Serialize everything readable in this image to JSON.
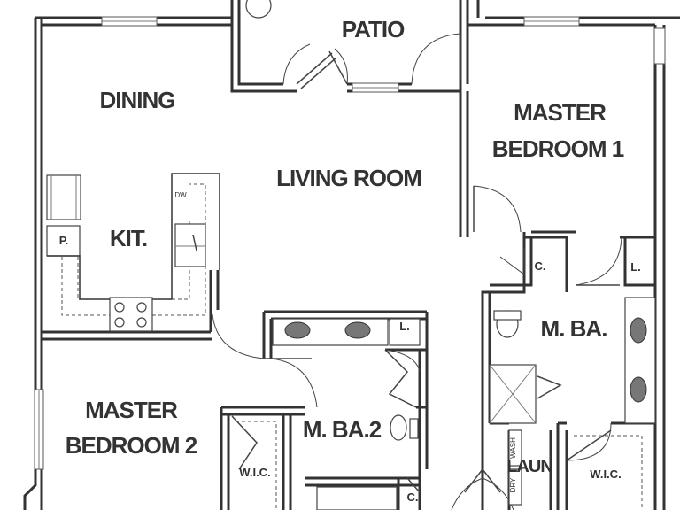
{
  "rooms": {
    "patio": "PATIO",
    "dining": "DINING",
    "living_room": "LIVING ROOM",
    "master_bedroom_1_line1": "MASTER",
    "master_bedroom_1_line2": "BEDROOM  1",
    "kitchen": "KIT.",
    "master_bedroom_2_line1": "MASTER",
    "master_bedroom_2_line2": "BEDROOM 2",
    "master_bath": "M. BA.",
    "master_bath_2": "M. BA.2",
    "laundry": "LAUN",
    "wic_left": "W.I.C.",
    "wic_right": "W.I.C."
  },
  "fixtures": {
    "pantry": "P.",
    "dishwasher": "DW",
    "closet_upper": "C.",
    "closet_lower": "C.",
    "linen_vanity": "L.",
    "linen_right": "L.",
    "washer": "WASH",
    "dryer": "DRY"
  }
}
